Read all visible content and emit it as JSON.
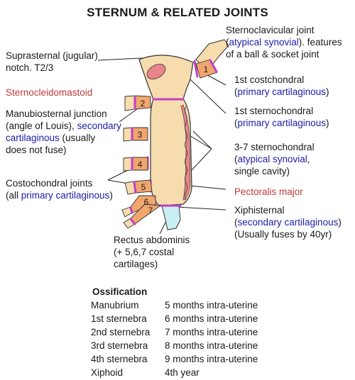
{
  "title": "STERNUM & RELATED JOINTS",
  "labels": {
    "suprasternal": [
      "Suprasternal (jugular)",
      "notch. T2/3"
    ],
    "sternocleidomastoid": "Sternocleidomastoid",
    "manubriosternal": {
      "line1": "Manubiosternal junction",
      "line2a": "(angle of Louis), ",
      "line2b": "secondary",
      "line3a": "cartilaginous",
      "line3b": " (usually",
      "line4": "does not fuse)"
    },
    "costochondral": {
      "line1": "Costochondral joints",
      "line2a": "(all ",
      "line2b": "primary cartilaginous",
      "line2c": ")"
    },
    "sternoclavicular": {
      "line1": "Sternoclavicular joint",
      "line2a": "(",
      "line2b": "atypical synovial",
      "line2c": "). features",
      "line3": "of a ball & socket joint"
    },
    "first_costochondral": {
      "line1": "1st costchondral",
      "line2a": "(",
      "line2b": "primary cartilaginous",
      "line2c": ")"
    },
    "first_sternochondral": {
      "line1": "1st sternochondral",
      "line2a": "(",
      "line2b": "primary cartilaginous",
      "line2c": ")"
    },
    "sternochondral_3_7": {
      "line1": "3-7 sternochondral",
      "line2a": "(",
      "line2b": "atypical synovial",
      "line2c": ",",
      "line3": "single cavity)"
    },
    "pectoralis": "Pectoralis major",
    "xiphisternal": {
      "line1": "Xiphisternal",
      "line2a": "(",
      "line2b": "secondary cartilaginous",
      "line2c": ")",
      "line3": "(Usually fuses by 40yr)"
    },
    "rectus": [
      "Rectus abdominis",
      "(+ 5,6,7 costal",
      "cartilages)"
    ]
  },
  "rib_numbers": [
    "1",
    "2",
    "3",
    "4",
    "5",
    "6",
    "7"
  ],
  "ossification": {
    "title": "Ossification",
    "rows": [
      {
        "part": "Manubrium",
        "time": "5 months intra-uterine"
      },
      {
        "part": "1st sternebra",
        "time": "6 months intra-uterine"
      },
      {
        "part": "2nd sternebra",
        "time": "7 months intra-uterine"
      },
      {
        "part": "3rd sternebra",
        "time": "8 months intra-uterine"
      },
      {
        "part": "4th sternebra",
        "time": "9 months intra-uterine"
      },
      {
        "part": "Xiphoid",
        "time": "4th year"
      }
    ]
  },
  "colors": {
    "bone": "#f7dcae",
    "cartilage": "#f0a66d",
    "joint": "#c040c8",
    "muscle_attachment": "#e8858b",
    "xiphoid_tip": "#c9eef2",
    "label_blue": "#1c1ca8",
    "label_red": "#c0393b"
  }
}
